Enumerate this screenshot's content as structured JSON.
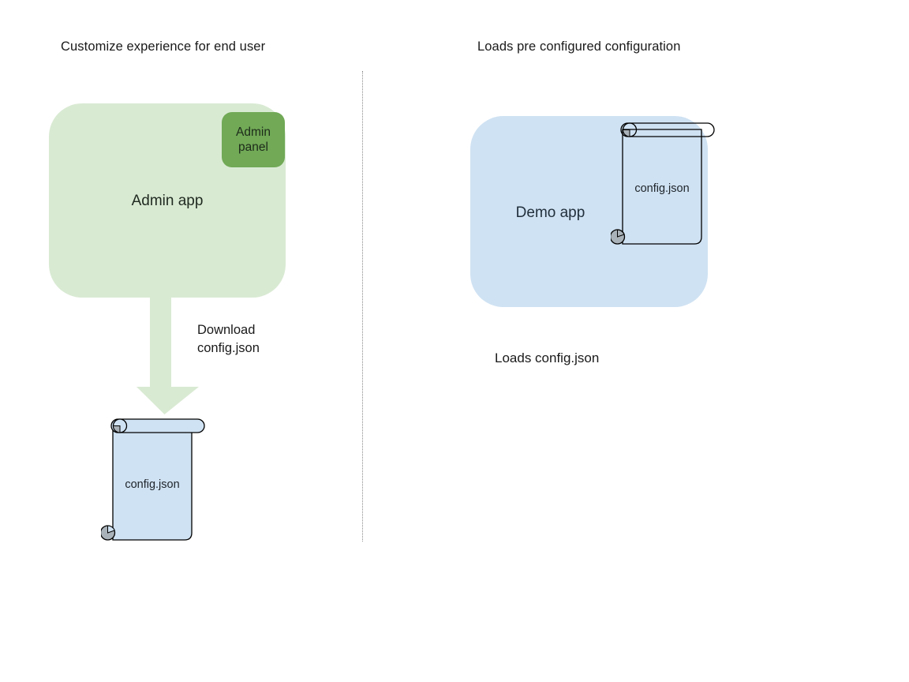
{
  "page": {
    "background": "#ffffff",
    "divider_color": "#8a8a8a"
  },
  "left": {
    "title": "Customize experience for end user",
    "admin_app_label": "Admin app",
    "admin_panel_label": "Admin panel",
    "download_line1": "Download",
    "download_line2": "config.json",
    "config_label": "config.json",
    "colors": {
      "admin_app_fill": "#d9ead3",
      "admin_panel_fill": "#71a956",
      "arrow_fill": "#d9ead3",
      "scroll_fill": "#cfe2f3",
      "scroll_curl_gray": "#a9b2b8",
      "scroll_stroke": "#000000"
    }
  },
  "right": {
    "title": "Loads pre configured configuration",
    "demo_app_label": "Demo app",
    "config_label": "config.json",
    "caption": "Loads config.json",
    "colors": {
      "demo_app_fill": "#cfe2f3"
    }
  }
}
